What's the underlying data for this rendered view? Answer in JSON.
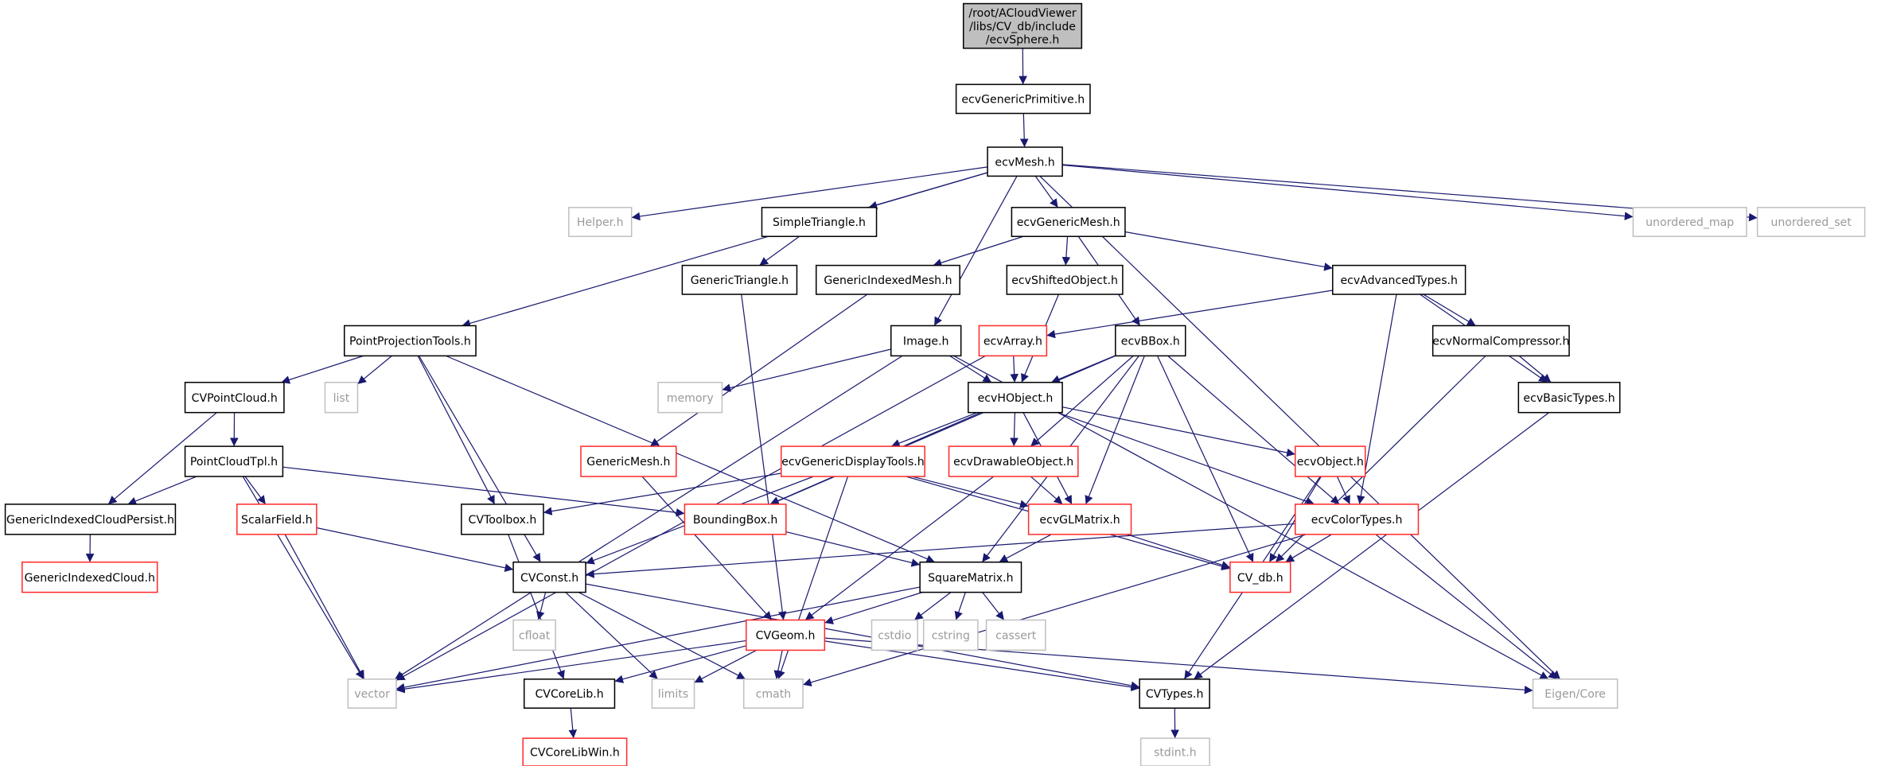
{
  "colors": {
    "edge": "#191970",
    "normal_border": "#000000",
    "red_border": "#ff2b2b",
    "gray_border": "#c0c0c0",
    "root_fill": "#bfbfbf"
  },
  "nodes": {
    "root": {
      "lines": [
        "/root/ACloudViewer",
        "/libs/CV_db/include",
        "/ecvSphere.h"
      ],
      "style": "root"
    },
    "ecvGenericPrimitive": {
      "lines": [
        "ecvGenericPrimitive.h"
      ],
      "style": "normal"
    },
    "ecvMesh": {
      "lines": [
        "ecvMesh.h"
      ],
      "style": "normal"
    },
    "Helper": {
      "lines": [
        "Helper.h"
      ],
      "style": "gray"
    },
    "SimpleTriangle": {
      "lines": [
        "SimpleTriangle.h"
      ],
      "style": "normal"
    },
    "ecvGenericMesh": {
      "lines": [
        "ecvGenericMesh.h"
      ],
      "style": "normal"
    },
    "unordered_map": {
      "lines": [
        "unordered_map"
      ],
      "style": "gray"
    },
    "unordered_set": {
      "lines": [
        "unordered_set"
      ],
      "style": "gray"
    },
    "GenericTriangle": {
      "lines": [
        "GenericTriangle.h"
      ],
      "style": "normal"
    },
    "GenericIndexedMesh": {
      "lines": [
        "GenericIndexedMesh.h"
      ],
      "style": "normal"
    },
    "ecvShiftedObject": {
      "lines": [
        "ecvShiftedObject.h"
      ],
      "style": "normal"
    },
    "ecvAdvancedTypes": {
      "lines": [
        "ecvAdvancedTypes.h"
      ],
      "style": "normal"
    },
    "PointProjectionTools": {
      "lines": [
        "PointProjectionTools.h"
      ],
      "style": "normal"
    },
    "Image": {
      "lines": [
        "Image.h"
      ],
      "style": "normal"
    },
    "ecvArray": {
      "lines": [
        "ecvArray.h"
      ],
      "style": "red"
    },
    "ecvBBox": {
      "lines": [
        "ecvBBox.h"
      ],
      "style": "normal"
    },
    "ecvNormalCompressor": {
      "lines": [
        "ecvNormalCompressor.h"
      ],
      "style": "normal"
    },
    "CVPointCloud": {
      "lines": [
        "CVPointCloud.h"
      ],
      "style": "normal"
    },
    "list": {
      "lines": [
        "list"
      ],
      "style": "gray"
    },
    "memory": {
      "lines": [
        "memory"
      ],
      "style": "gray"
    },
    "ecvHObject": {
      "lines": [
        "ecvHObject.h"
      ],
      "style": "normal"
    },
    "ecvBasicTypes": {
      "lines": [
        "ecvBasicTypes.h"
      ],
      "style": "normal"
    },
    "PointCloudTpl": {
      "lines": [
        "PointCloudTpl.h"
      ],
      "style": "normal"
    },
    "GenericMesh": {
      "lines": [
        "GenericMesh.h"
      ],
      "style": "red"
    },
    "ecvGenericDisplayTools": {
      "lines": [
        "ecvGenericDisplayTools.h"
      ],
      "style": "red"
    },
    "ecvDrawableObject": {
      "lines": [
        "ecvDrawableObject.h"
      ],
      "style": "red"
    },
    "ecvObject": {
      "lines": [
        "ecvObject.h"
      ],
      "style": "red"
    },
    "GenericIndexedCloudPersist": {
      "lines": [
        "GenericIndexedCloudPersist.h"
      ],
      "style": "normal"
    },
    "ScalarField": {
      "lines": [
        "ScalarField.h"
      ],
      "style": "red"
    },
    "CVToolbox": {
      "lines": [
        "CVToolbox.h"
      ],
      "style": "normal"
    },
    "BoundingBox": {
      "lines": [
        "BoundingBox.h"
      ],
      "style": "red"
    },
    "ecvGLMatrix": {
      "lines": [
        "ecvGLMatrix.h"
      ],
      "style": "red"
    },
    "ecvColorTypes": {
      "lines": [
        "ecvColorTypes.h"
      ],
      "style": "red"
    },
    "GenericIndexedCloud": {
      "lines": [
        "GenericIndexedCloud.h"
      ],
      "style": "red"
    },
    "CVConst": {
      "lines": [
        "CVConst.h"
      ],
      "style": "normal"
    },
    "SquareMatrix": {
      "lines": [
        "SquareMatrix.h"
      ],
      "style": "normal"
    },
    "CV_db": {
      "lines": [
        "CV_db.h"
      ],
      "style": "red"
    },
    "cfloat": {
      "lines": [
        "cfloat"
      ],
      "style": "gray"
    },
    "CVGeom": {
      "lines": [
        "CVGeom.h"
      ],
      "style": "red"
    },
    "cstdio": {
      "lines": [
        "cstdio"
      ],
      "style": "gray"
    },
    "cstring": {
      "lines": [
        "cstring"
      ],
      "style": "gray"
    },
    "cassert": {
      "lines": [
        "cassert"
      ],
      "style": "gray"
    },
    "vector": {
      "lines": [
        "vector"
      ],
      "style": "gray"
    },
    "CVCoreLib": {
      "lines": [
        "CVCoreLib.h"
      ],
      "style": "normal"
    },
    "limits": {
      "lines": [
        "limits"
      ],
      "style": "gray"
    },
    "cmath": {
      "lines": [
        "cmath"
      ],
      "style": "gray"
    },
    "CVTypes": {
      "lines": [
        "CVTypes.h"
      ],
      "style": "normal"
    },
    "EigenCore": {
      "lines": [
        "Eigen/Core"
      ],
      "style": "gray"
    },
    "CVCoreLibWin": {
      "lines": [
        "CVCoreLibWin.h"
      ],
      "style": "red"
    },
    "stdint": {
      "lines": [
        "stdint.h"
      ],
      "style": "gray"
    }
  },
  "edges": [
    [
      "root",
      "ecvGenericPrimitive"
    ],
    [
      "ecvGenericPrimitive",
      "ecvMesh"
    ],
    [
      "ecvMesh",
      "Helper"
    ],
    [
      "ecvMesh",
      "SimpleTriangle"
    ],
    [
      "ecvMesh",
      "ecvGenericMesh"
    ],
    [
      "ecvMesh",
      "unordered_map"
    ],
    [
      "ecvMesh",
      "unordered_set"
    ],
    [
      "ecvMesh",
      "PointProjectionTools"
    ],
    [
      "ecvMesh",
      "Image"
    ],
    [
      "ecvMesh",
      "EigenCore"
    ],
    [
      "SimpleTriangle",
      "GenericTriangle"
    ],
    [
      "GenericTriangle",
      "CVGeom"
    ],
    [
      "ecvGenericMesh",
      "GenericIndexedMesh"
    ],
    [
      "ecvGenericMesh",
      "ecvShiftedObject"
    ],
    [
      "ecvGenericMesh",
      "ecvBBox"
    ],
    [
      "ecvGenericMesh",
      "ecvAdvancedTypes"
    ],
    [
      "GenericIndexedMesh",
      "GenericMesh"
    ],
    [
      "ecvShiftedObject",
      "ecvHObject"
    ],
    [
      "ecvAdvancedTypes",
      "ecvArray"
    ],
    [
      "ecvAdvancedTypes",
      "ecvNormalCompressor"
    ],
    [
      "ecvAdvancedTypes",
      "ecvBasicTypes"
    ],
    [
      "ecvAdvancedTypes",
      "ecvColorTypes"
    ],
    [
      "ecvNormalCompressor",
      "ecvBasicTypes"
    ],
    [
      "ecvNormalCompressor",
      "CV_db"
    ],
    [
      "ecvBasicTypes",
      "CVTypes"
    ],
    [
      "PointProjectionTools",
      "CVPointCloud"
    ],
    [
      "PointProjectionTools",
      "list"
    ],
    [
      "PointProjectionTools",
      "CVToolbox"
    ],
    [
      "PointProjectionTools",
      "CVConst"
    ],
    [
      "PointProjectionTools",
      "SquareMatrix"
    ],
    [
      "Image",
      "memory"
    ],
    [
      "Image",
      "ecvHObject"
    ],
    [
      "Image",
      "vector"
    ],
    [
      "Image",
      "EigenCore"
    ],
    [
      "ecvArray",
      "ecvHObject"
    ],
    [
      "ecvArray",
      "vector"
    ],
    [
      "ecvBBox",
      "ecvHObject"
    ],
    [
      "ecvBBox",
      "BoundingBox"
    ],
    [
      "ecvBBox",
      "ecvDrawableObject"
    ],
    [
      "ecvBBox",
      "ecvGLMatrix"
    ],
    [
      "ecvBBox",
      "SquareMatrix"
    ],
    [
      "ecvBBox",
      "CV_db"
    ],
    [
      "ecvBBox",
      "ecvColorTypes"
    ],
    [
      "CVPointCloud",
      "PointCloudTpl"
    ],
    [
      "CVPointCloud",
      "GenericIndexedCloudPersist"
    ],
    [
      "PointCloudTpl",
      "GenericIndexedCloudPersist"
    ],
    [
      "PointCloudTpl",
      "ScalarField"
    ],
    [
      "PointCloudTpl",
      "vector"
    ],
    [
      "PointCloudTpl",
      "BoundingBox"
    ],
    [
      "ecvHObject",
      "ecvGenericDisplayTools"
    ],
    [
      "ecvHObject",
      "ecvDrawableObject"
    ],
    [
      "ecvHObject",
      "ecvObject"
    ],
    [
      "ecvHObject",
      "ecvGLMatrix"
    ],
    [
      "ecvHObject",
      "BoundingBox"
    ],
    [
      "ecvHObject",
      "ecvColorTypes"
    ],
    [
      "GenericMesh",
      "CVGeom"
    ],
    [
      "ecvGenericDisplayTools",
      "CVToolbox"
    ],
    [
      "ecvGenericDisplayTools",
      "CVConst"
    ],
    [
      "ecvGenericDisplayTools",
      "ecvGLMatrix"
    ],
    [
      "ecvGenericDisplayTools",
      "cmath"
    ],
    [
      "ecvGenericDisplayTools",
      "CV_db"
    ],
    [
      "ecvDrawableObject",
      "ecvGLMatrix"
    ],
    [
      "ecvDrawableObject",
      "CVGeom"
    ],
    [
      "ecvObject",
      "ecvColorTypes"
    ],
    [
      "ecvObject",
      "CV_db"
    ],
    [
      "ecvObject",
      "CVTypes"
    ],
    [
      "GenericIndexedCloudPersist",
      "GenericIndexedCloud"
    ],
    [
      "ScalarField",
      "CVConst"
    ],
    [
      "ScalarField",
      "vector"
    ],
    [
      "CVToolbox",
      "CVCoreLib"
    ],
    [
      "BoundingBox",
      "SquareMatrix"
    ],
    [
      "ecvGLMatrix",
      "SquareMatrix"
    ],
    [
      "ecvGLMatrix",
      "CV_db"
    ],
    [
      "ecvColorTypes",
      "CVConst"
    ],
    [
      "ecvColorTypes",
      "CV_db"
    ],
    [
      "ecvColorTypes",
      "cmath"
    ],
    [
      "ecvColorTypes",
      "EigenCore"
    ],
    [
      "CVConst",
      "cfloat"
    ],
    [
      "CVConst",
      "limits"
    ],
    [
      "CVConst",
      "cmath"
    ],
    [
      "CVConst",
      "CVTypes"
    ],
    [
      "SquareMatrix",
      "cstdio"
    ],
    [
      "SquareMatrix",
      "cstring"
    ],
    [
      "SquareMatrix",
      "cassert"
    ],
    [
      "SquareMatrix",
      "CVGeom"
    ],
    [
      "SquareMatrix",
      "vector"
    ],
    [
      "CVGeom",
      "vector"
    ],
    [
      "CVGeom",
      "CVCoreLib"
    ],
    [
      "CVGeom",
      "limits"
    ],
    [
      "CVGeom",
      "cmath"
    ],
    [
      "CVGeom",
      "CVTypes"
    ],
    [
      "CVGeom",
      "EigenCore"
    ],
    [
      "CVCoreLib",
      "CVCoreLibWin"
    ],
    [
      "CVTypes",
      "stdint"
    ]
  ]
}
